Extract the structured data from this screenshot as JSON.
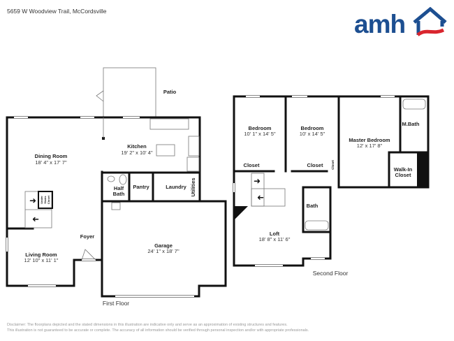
{
  "header": {
    "address": "5659 W Woodview Trail, McCordsville"
  },
  "logo": {
    "text": "amh",
    "colors": {
      "blue": "#1d4f91",
      "red": "#d9262e"
    }
  },
  "first_floor": {
    "title": "First Floor",
    "rooms": {
      "patio": {
        "name": "Patio"
      },
      "dining": {
        "name": "Dining Room",
        "dim": "18' 4\" x 17' 7\""
      },
      "kitchen": {
        "name": "Kitchen",
        "dim": "19' 2\" x 10' 4\""
      },
      "half_bath": {
        "name1": "Half",
        "name2": "Bath"
      },
      "pantry": {
        "name": "Pantry"
      },
      "laundry": {
        "name": "Laundry"
      },
      "utilities": {
        "name": "Utilities"
      },
      "under_stairs": {
        "name1": "Under",
        "name2": "Stairs",
        "name3": "Closet"
      },
      "foyer": {
        "name": "Foyer"
      },
      "living": {
        "name": "Living Room",
        "dim": "12' 10\" x 11' 1\""
      },
      "garage": {
        "name": "Garage",
        "dim": "24' 1\" x 18' 7\""
      }
    }
  },
  "second_floor": {
    "title": "Second Floor",
    "rooms": {
      "bedroom1": {
        "name": "Bedroom",
        "dim": "10' 1\" x 14' 5\""
      },
      "bedroom2": {
        "name": "Bedroom",
        "dim": "10' x 14' 5\""
      },
      "master": {
        "name": "Master Bedroom",
        "dim": "12' x 17' 8\""
      },
      "mbath": {
        "name": "M.Bath"
      },
      "walkin": {
        "name1": "Walk-In",
        "name2": "Closet"
      },
      "closet1": {
        "name": "Closet"
      },
      "closet2": {
        "name": "Closet"
      },
      "closet3": {
        "name": "Closet"
      },
      "bath": {
        "name": "Bath"
      },
      "loft": {
        "name": "Loft",
        "dim": "18' 8\" x 11' 6\""
      }
    }
  },
  "disclaimer": {
    "line1": "Disclaimer: The floorplans depicted and the stated dimensions in this illustration are indicative only and serve as an approximation of existing structures and features.",
    "line2": "This illustration is not guaranteed to be accurate or complete. The accuracy of all information should be verified through personal inspection and/or with appropriate professionals."
  }
}
